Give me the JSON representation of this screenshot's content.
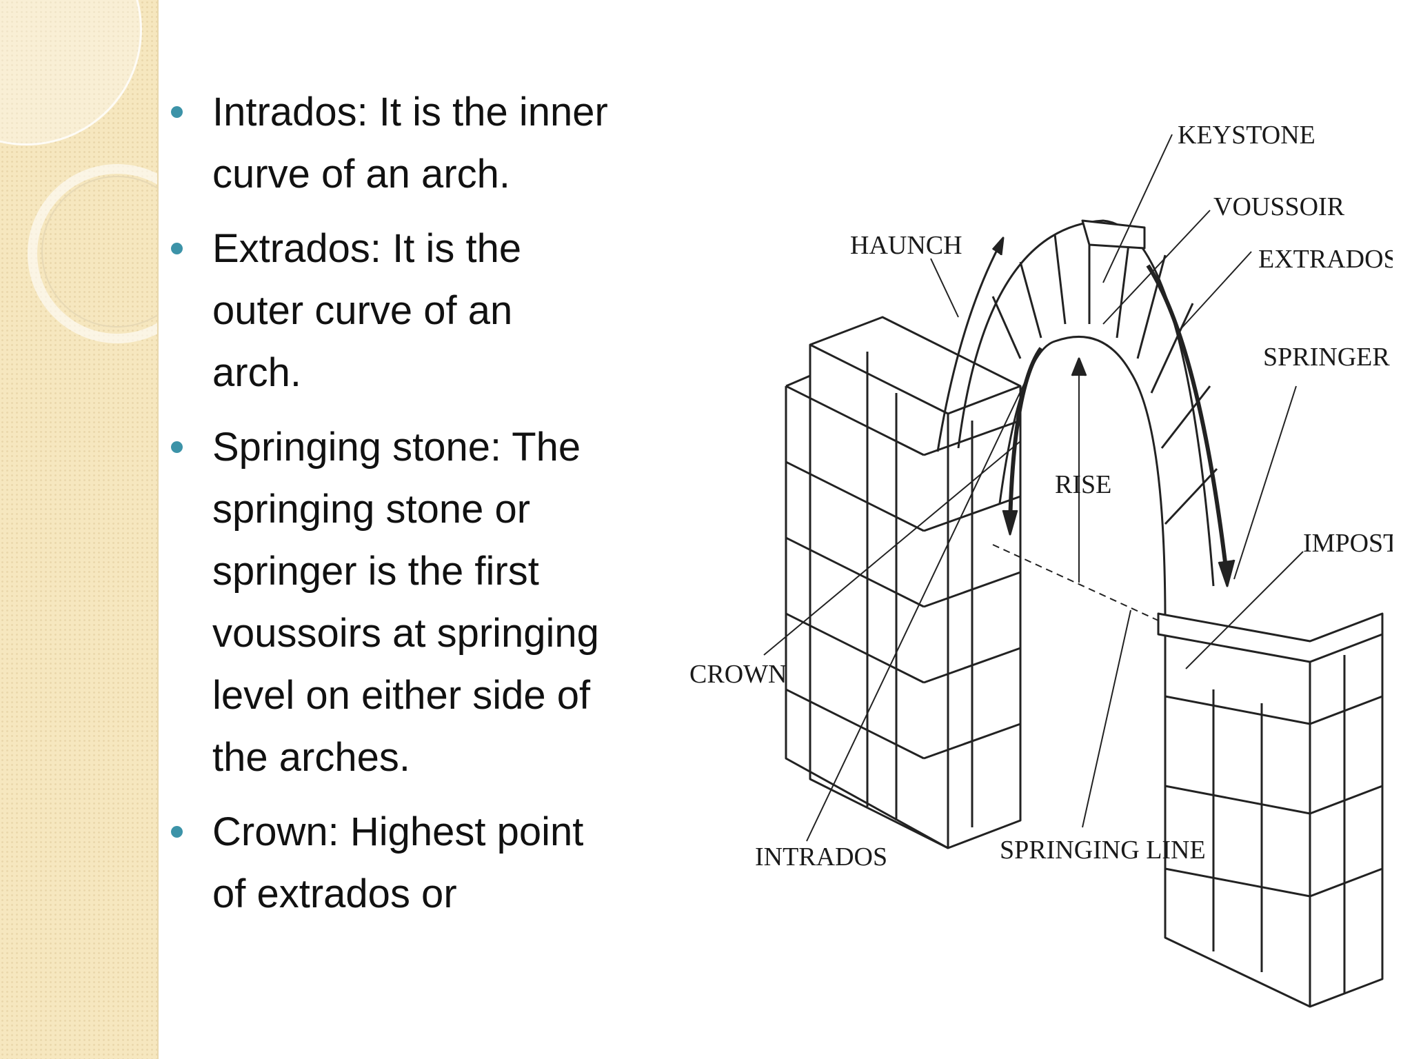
{
  "bullets": [
    {
      "text": "Intrados: It is the inner curve of an arch."
    },
    {
      "text": "Extrados: It is the outer curve of an arch."
    },
    {
      "text": "Springing stone: The springing stone or springer is the first voussoirs at springing level on either side of the arches."
    },
    {
      "text": "Crown: Highest point of extrados or"
    }
  ],
  "diagram": {
    "labels": {
      "keystone": "KEYSTONE",
      "voussoir": "VOUSSOIR",
      "extrados": "EXTRADOS",
      "haunch": "HAUNCH",
      "springer": "SPRINGER",
      "rise": "RISE",
      "impost": "IMPOST",
      "crown": "CROWN",
      "intrados": "INTRADOS",
      "springing_line": "SPRINGING LINE"
    }
  },
  "colors": {
    "bullet": "#3c93a8",
    "side_panel": "#f6e7bf",
    "text": "#111111"
  }
}
